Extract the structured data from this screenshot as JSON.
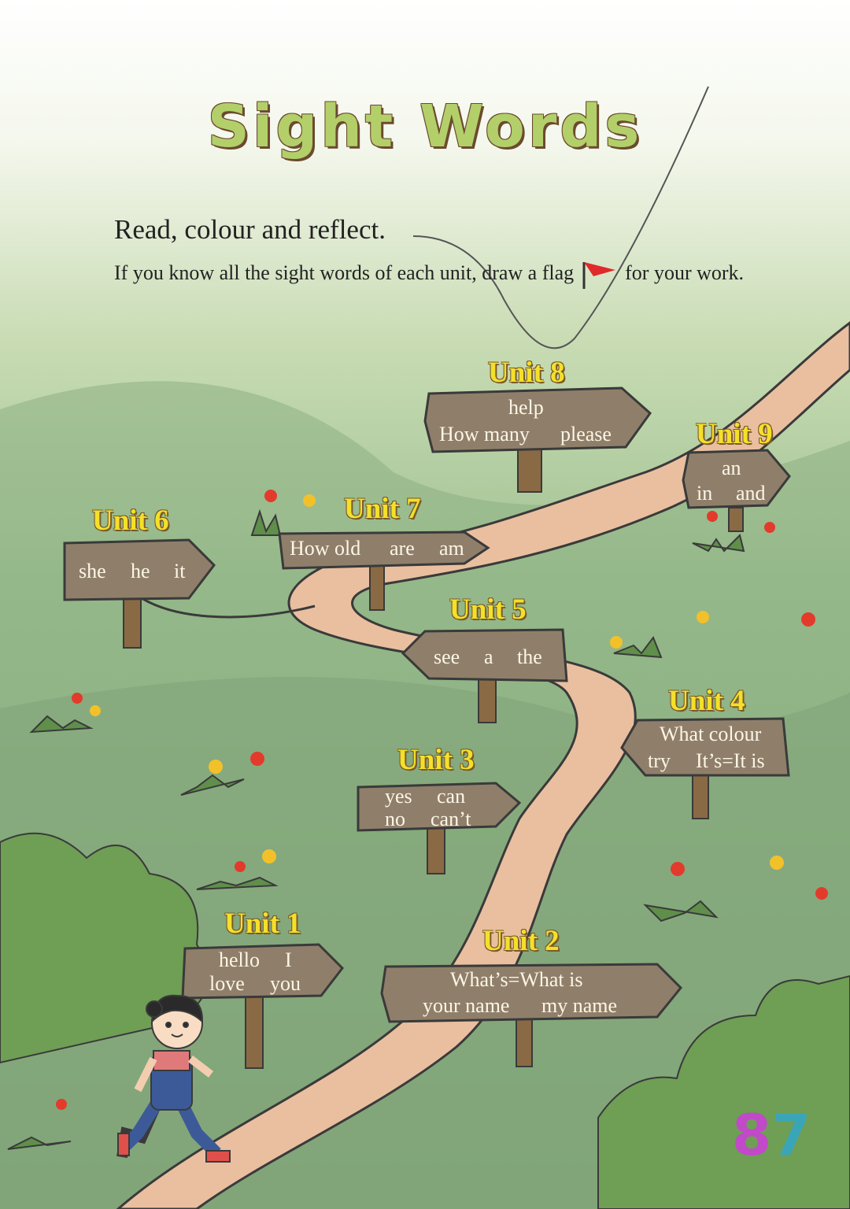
{
  "title": "Sight Words",
  "instruction": "Read, colour and reflect.",
  "sub_instruction": {
    "before_flag": "If you know all the sight words of each unit, draw a flag",
    "after_flag": "for your work."
  },
  "icons": [
    "flag-icon",
    "girl-illustration",
    "signpost"
  ],
  "colors": {
    "title": "#b3cf6a",
    "unit_label": "#f4e02a",
    "sign_wood": "#8f7f6a",
    "path": "#e9bfa0"
  },
  "units": [
    {
      "label": "Unit 1",
      "words": [
        "hello",
        "I",
        "love",
        "you"
      ]
    },
    {
      "label": "Unit 2",
      "words": [
        "What’s=What is",
        "your name",
        "my name"
      ]
    },
    {
      "label": "Unit 3",
      "words": [
        "yes",
        "can",
        "no",
        "can’t"
      ]
    },
    {
      "label": "Unit 4",
      "words": [
        "What colour",
        "try",
        "It’s=It is"
      ]
    },
    {
      "label": "Unit 5",
      "words": [
        "see",
        "a",
        "the"
      ]
    },
    {
      "label": "Unit 6",
      "words": [
        "she",
        "he",
        "it"
      ]
    },
    {
      "label": "Unit 7",
      "words": [
        "How old",
        "are",
        "am"
      ]
    },
    {
      "label": "Unit 8",
      "words": [
        "help",
        "How many",
        "please"
      ]
    },
    {
      "label": "Unit 9",
      "words": [
        "an",
        "in",
        "and"
      ]
    }
  ],
  "page_number": {
    "digit1": "8",
    "digit2": "7"
  }
}
